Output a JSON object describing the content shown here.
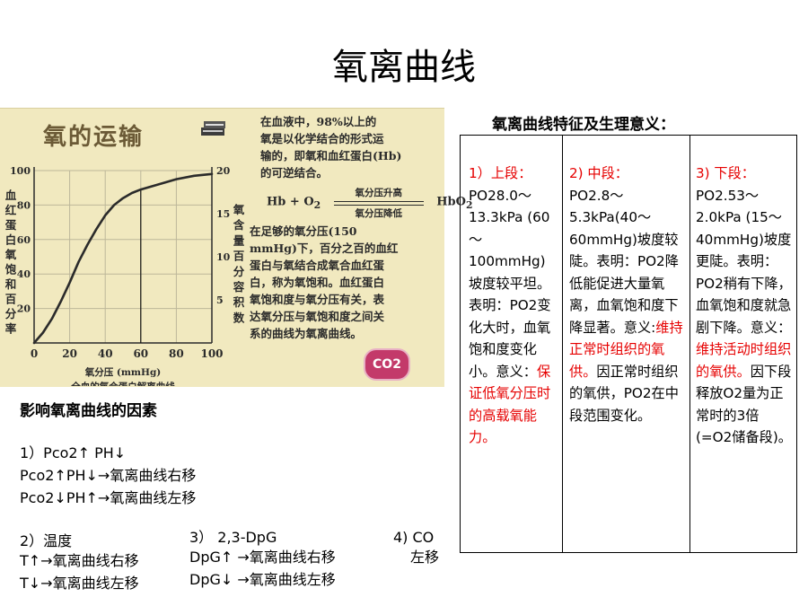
{
  "title": "氧离曲线",
  "image_panel": {
    "header": "氧的运输",
    "para1_lines": [
      "在血液中，98%以上的",
      "氧是以化学结合的形式运",
      "输的，即氧和血红蛋白(Hb)",
      "的可逆结合。"
    ],
    "equation": {
      "left": "Hb + O",
      "sub": "2",
      "arrow_top": "氧分压升高",
      "arrow_bottom": "氧分压降低",
      "right": "HbO",
      "right_sub": "2"
    },
    "para2_lines": [
      "在足够的氧分压(150",
      "mmHg)下，百分之百的血红",
      "蛋白与氧结合成氧合血红蛋",
      "白，称为氧饱和。血红蛋白",
      "氧饱和度与氧分压有关，表",
      "达氧分压与氧饱和度之间关",
      "系的曲线为氧离曲线。"
    ],
    "co2_badge": "CO2",
    "chart_caption": "全血的氧合蛋白解离曲线",
    "left_axis_label": "血红蛋白氧饱和百分率",
    "right_axis_label": "氧含量百分容积数",
    "x_axis_label": "氧分压 (mmHg)"
  },
  "chart_data": {
    "type": "line",
    "title": "全血的氧合蛋白解离曲线",
    "xlabel": "氧分压 (mmHg)",
    "ylabel": "血红蛋白氧饱和百分率",
    "y2label": "氧含量百分容积数",
    "xlim": [
      0,
      100
    ],
    "ylim": [
      0,
      100
    ],
    "y2lim": [
      0,
      20
    ],
    "x_ticks": [
      "0",
      "20",
      "40",
      "60",
      "80",
      "100"
    ],
    "y_ticks": [
      "20",
      "40",
      "60",
      "80",
      "100"
    ],
    "y2_ticks": [
      "5",
      "10",
      "15",
      "20"
    ],
    "reference_x": 60,
    "grid": true,
    "series": [
      {
        "x": [
          0,
          5,
          10,
          15,
          20,
          25,
          30,
          35,
          40,
          45,
          50,
          55,
          60,
          70,
          80,
          90,
          100
        ],
        "values": [
          0,
          6,
          14,
          24,
          35,
          47,
          57,
          66,
          74,
          80,
          84,
          87,
          89,
          92,
          95,
          97,
          98
        ]
      }
    ],
    "colors": {
      "curve": "#2b2b2b",
      "grid": "#bdb79a"
    }
  },
  "features": {
    "title": "氧离曲线特征及生理意义：",
    "columns": [
      [
        {
          "text": "1）上段：",
          "color": "red"
        },
        {
          "text": "PO28.0～13.3kPa (60～100mmHg)坡度较平坦。表明：PO2变化大时，血氧饱和度变化小。意义：",
          "color": "black"
        },
        {
          "text": "保证低氧分压时的高载氧能力。",
          "color": "red"
        }
      ],
      [
        {
          "text": "2) 中段：",
          "color": "red"
        },
        {
          "text": "PO2.8～5.3kPa(40～60mmHg)坡度较陡。表明：PO2降低能促进大量氧离，血氧饱和度下降显著。意义:",
          "color": "black"
        },
        {
          "text": "维持正常时组织的氧供。",
          "color": "red"
        },
        {
          "text": "因正常时组织的氧供，PO2在中段范围变化。",
          "color": "black"
        }
      ],
      [
        {
          "text": "3) 下段：",
          "color": "red"
        },
        {
          "text": "PO2.53～2.0kPa (15～40mmHg)坡度更陡。表明：PO2稍有下降，血氧饱和度就急剧下降。意义：",
          "color": "black"
        },
        {
          "text": "维持活动时组织的氧供。",
          "color": "red"
        },
        {
          "text": "因下段释放O2量为正常时的3倍(=O2储备段)。",
          "color": "black"
        }
      ]
    ]
  },
  "factors": {
    "title": "影响氧离曲线的因素",
    "f1": {
      "label": "1）Pco2↑ PH↓",
      "line1": "Pco2↑PH↓→氧离曲线右移",
      "line2": "Pco2↓PH↑→氧离曲线左移"
    },
    "f2": {
      "label": "2）温度",
      "line1": "T↑→氧离曲线右移",
      "line2": "T↓→氧离曲线左移"
    },
    "f3": {
      "label": "3） 2,3-DpG",
      "line1": "DpG↑ →氧离曲线右移",
      "line2": "DpG↓ →氧离曲线左移"
    },
    "f4": {
      "label": "4) CO",
      "line1": "左移"
    }
  }
}
